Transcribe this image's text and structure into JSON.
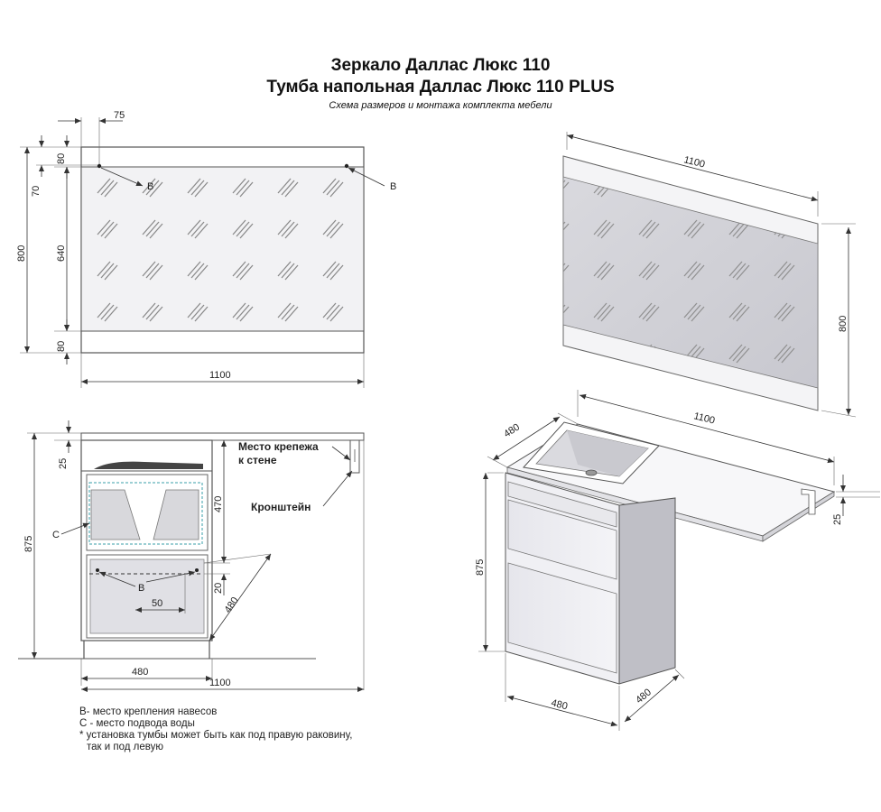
{
  "title": {
    "line1": "Зеркало Даллас Люкс 110",
    "line2": "Тумба напольная Даллас Люкс 110 PLUS",
    "subtitle": "Схема размеров и монтажа комплекта мебели"
  },
  "mirror_front": {
    "dim_width": "1100",
    "dim_height": "800",
    "dim_top_frame": "80",
    "dim_bottom_frame": "80",
    "dim_mount_offset": "70",
    "dim_glass": "640",
    "dim_side_offset": "75",
    "mount_b_left": "B",
    "mount_b_right": "B"
  },
  "mirror_iso": {
    "dim_width": "1100",
    "dim_height": "800"
  },
  "cabinet_front": {
    "dim_height": "875",
    "dim_top": "25",
    "dim_drawer": "470",
    "dim_small": "20",
    "dim_depth": "480",
    "dim_50": "50",
    "dim_width_480": "480",
    "dim_width_1100": "1100",
    "label_c": "C",
    "label_b": "B",
    "label_mount_line1": "Место крепежа",
    "label_mount_line2": "к стене",
    "label_bracket": "Кронштейн"
  },
  "cabinet_iso": {
    "dim_depth_top": "480",
    "dim_width": "1100",
    "dim_height": "875",
    "dim_top": "25",
    "dim_base_width": "480",
    "dim_base_depth": "480"
  },
  "notes": [
    "B- место крепления навесов",
    "C - место подвода воды",
    "* установка тумбы может быть как под правую раковину,",
    "  так и под левую"
  ]
}
